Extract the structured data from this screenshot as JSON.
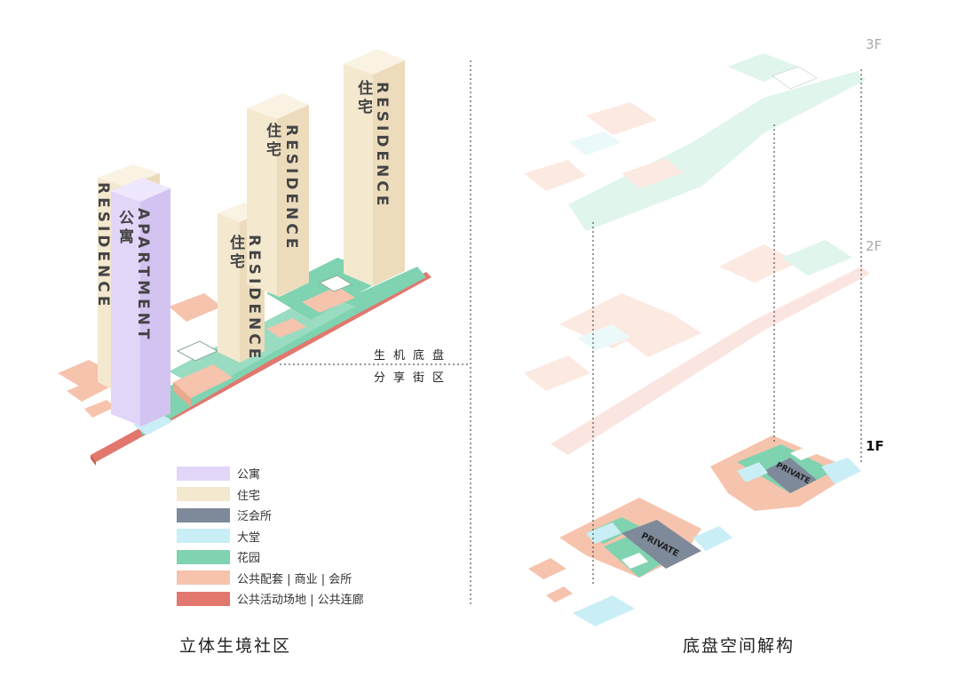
{
  "legend": {
    "items": [
      {
        "label": "公寓",
        "color": "#e2d6f8"
      },
      {
        "label": "住宅",
        "color": "#f4e8cf"
      },
      {
        "label": "泛会所",
        "color": "#7e8a9a"
      },
      {
        "label": "大堂",
        "color": "#c9eef6"
      },
      {
        "label": "花园",
        "color": "#7fd3b0"
      },
      {
        "label": "公共配套 | 商业 | 会所",
        "color": "#f6c3ad"
      },
      {
        "label": "公共活动场地 | 公共连廊",
        "color": "#e2776e"
      }
    ]
  },
  "captions": {
    "left": "立体生境社区",
    "right": "底盘空间解构"
  },
  "street": {
    "line1": "生机底盘",
    "line2": "分享街区"
  },
  "floors": {
    "f3": "3F",
    "f2": "2F",
    "f1": "1F"
  },
  "towers": {
    "residence": "RESIDENCE",
    "residence_cn": "住宅",
    "apartment": "APARTMENT",
    "apartment_cn": "公寓"
  },
  "private_label": "PRIVATE",
  "colors": {
    "apartment": "#e2d6f8",
    "residence": "#f4e8cf",
    "clubhouse": "#7e8a9a",
    "lobby": "#c9eef6",
    "garden": "#7fd3b0",
    "public": "#f6c3ad",
    "corridor": "#e2776e"
  }
}
